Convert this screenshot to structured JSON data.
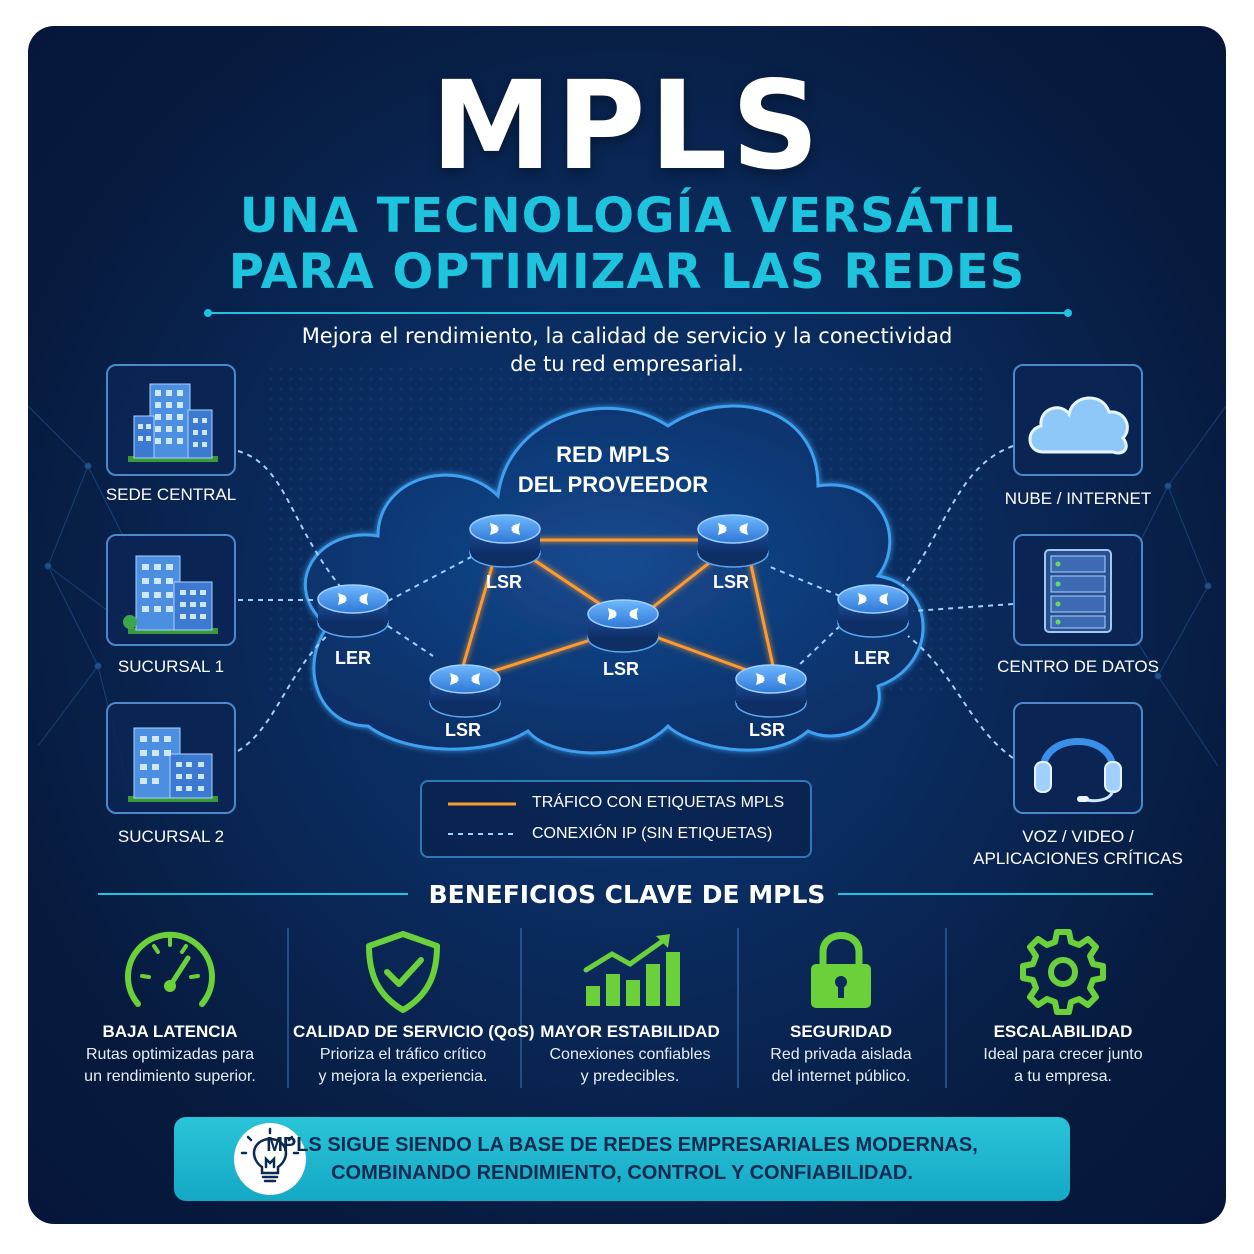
{
  "title": "MPLS",
  "subtitle_line1": "UNA TECNOLOGÍA VERSÁTIL",
  "subtitle_line2": "PARA OPTIMIZAR LAS REDES",
  "tagline_line1": "Mejora el rendimiento, la calidad de servicio y la conectividad",
  "tagline_line2": "de tu red empresarial.",
  "left_sites": [
    {
      "label": "SEDE CENTRAL",
      "icon": "office-building-icon"
    },
    {
      "label": "SUCURSAL 1",
      "icon": "office-building-icon"
    },
    {
      "label": "SUCURSAL 2",
      "icon": "office-building-icon"
    }
  ],
  "right_sites": [
    {
      "label": "NUBE / INTERNET",
      "icon": "cloud-icon"
    },
    {
      "label": "CENTRO DE DATOS",
      "icon": "server-rack-icon"
    },
    {
      "label_line1": "VOZ / VIDEO /",
      "label_line2": "APLICACIONES CRÍTICAS",
      "icon": "headset-icon"
    }
  ],
  "cloud": {
    "title_line1": "RED MPLS",
    "title_line2": "DEL PROVEEDOR",
    "routers": {
      "ler_left": "LER",
      "ler_right": "LER",
      "lsr_top_left": "LSR",
      "lsr_top_right": "LSR",
      "lsr_center": "LSR",
      "lsr_bottom_left": "LSR",
      "lsr_bottom_right": "LSR"
    }
  },
  "legend": {
    "labeled_traffic": "TRÁFICO CON ETIQUETAS MPLS",
    "ip_connection": "CONEXIÓN IP (SIN ETIQUETAS)",
    "labeled_color": "#ff9a2e",
    "ip_color": "#9fd0ff"
  },
  "benefits_title": "BENEFICIOS CLAVE DE MPLS",
  "benefits": [
    {
      "title": "BAJA LATENCIA",
      "desc_line1": "Rutas optimizadas para",
      "desc_line2": "un rendimiento superior.",
      "icon": "speedometer-icon"
    },
    {
      "title": "CALIDAD DE SERVICIO (QoS)",
      "desc_line1": "Prioriza el tráfico crítico",
      "desc_line2": "y mejora la experiencia.",
      "icon": "shield-check-icon"
    },
    {
      "title": "MAYOR ESTABILIDAD",
      "desc_line1": "Conexiones confiables",
      "desc_line2": "y predecibles.",
      "icon": "growth-chart-icon"
    },
    {
      "title": "SEGURIDAD",
      "desc_line1": "Red privada aislada",
      "desc_line2": "del internet público.",
      "icon": "padlock-icon"
    },
    {
      "title": "ESCALABILIDAD",
      "desc_line1": "Ideal para crecer junto",
      "desc_line2": "a tu empresa.",
      "icon": "gear-icon"
    }
  ],
  "banner": {
    "line1": "MPLS SIGUE SIENDO LA BASE DE REDES EMPRESARIALES MODERNAS,",
    "line2": "COMBINANDO RENDIMIENTO, CONTROL Y CONFIABILIDAD.",
    "icon": "lightbulb-icon"
  },
  "colors": {
    "background": "#0a2a5c",
    "accent_cyan": "#1ec3dd",
    "benefit_green": "#6bd13a",
    "banner": "#1fb6cf"
  }
}
